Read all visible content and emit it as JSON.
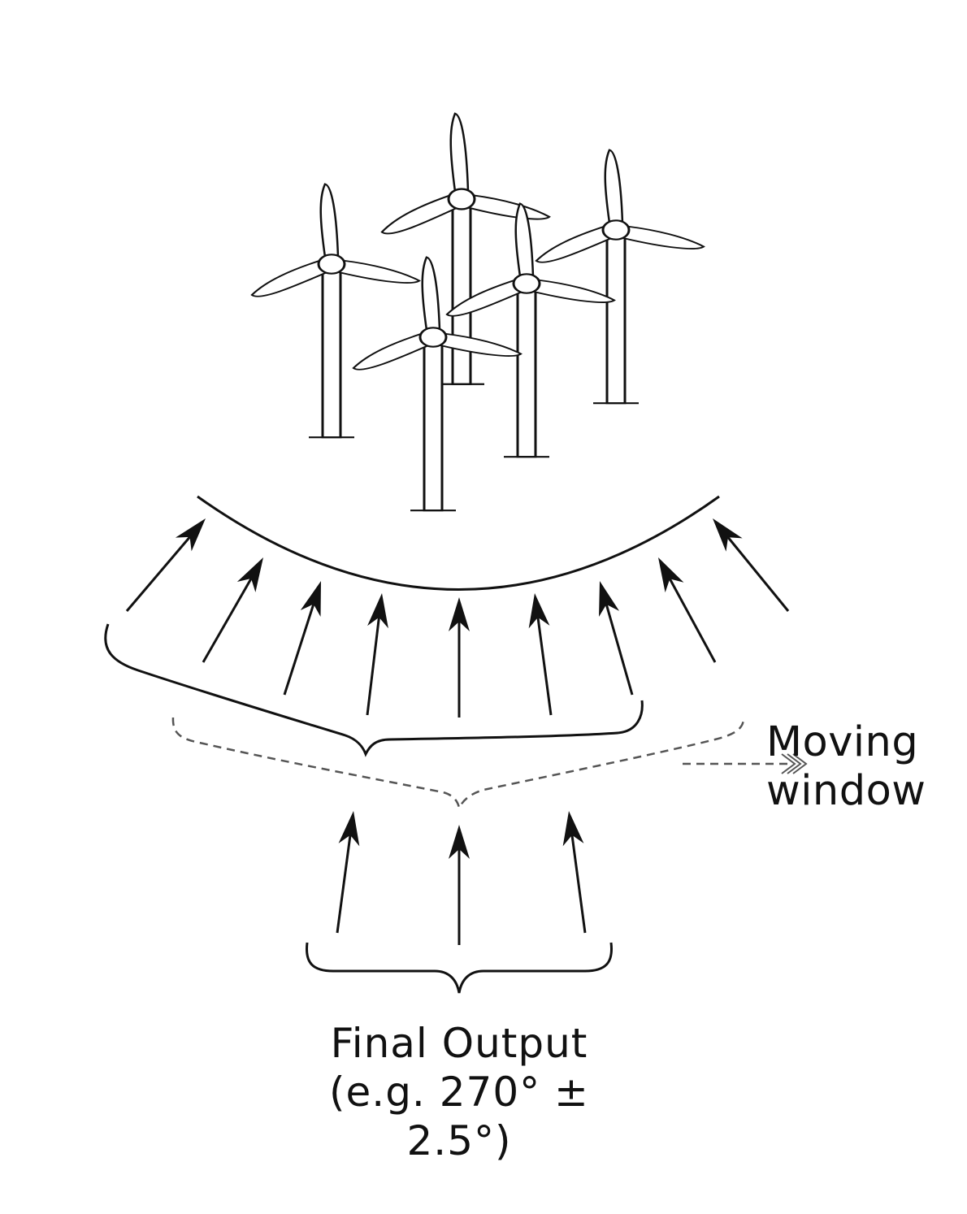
{
  "labels": {
    "moving_window_line1": "Moving",
    "moving_window_line2": "window",
    "final_output_line1": "Final Output",
    "final_output_line2": "(e.g. 270° ±",
    "final_output_line3": "2.5°)"
  },
  "colors": {
    "stroke": "#111111",
    "dashed_stroke": "#555555",
    "background": "#ffffff"
  },
  "icons": {
    "turbines": "wind-turbine-icon",
    "wind_arrows": "up-arrow-icon"
  },
  "counts": {
    "turbines": 5,
    "first_stage_arrows": 9,
    "final_stage_arrows": 3
  }
}
